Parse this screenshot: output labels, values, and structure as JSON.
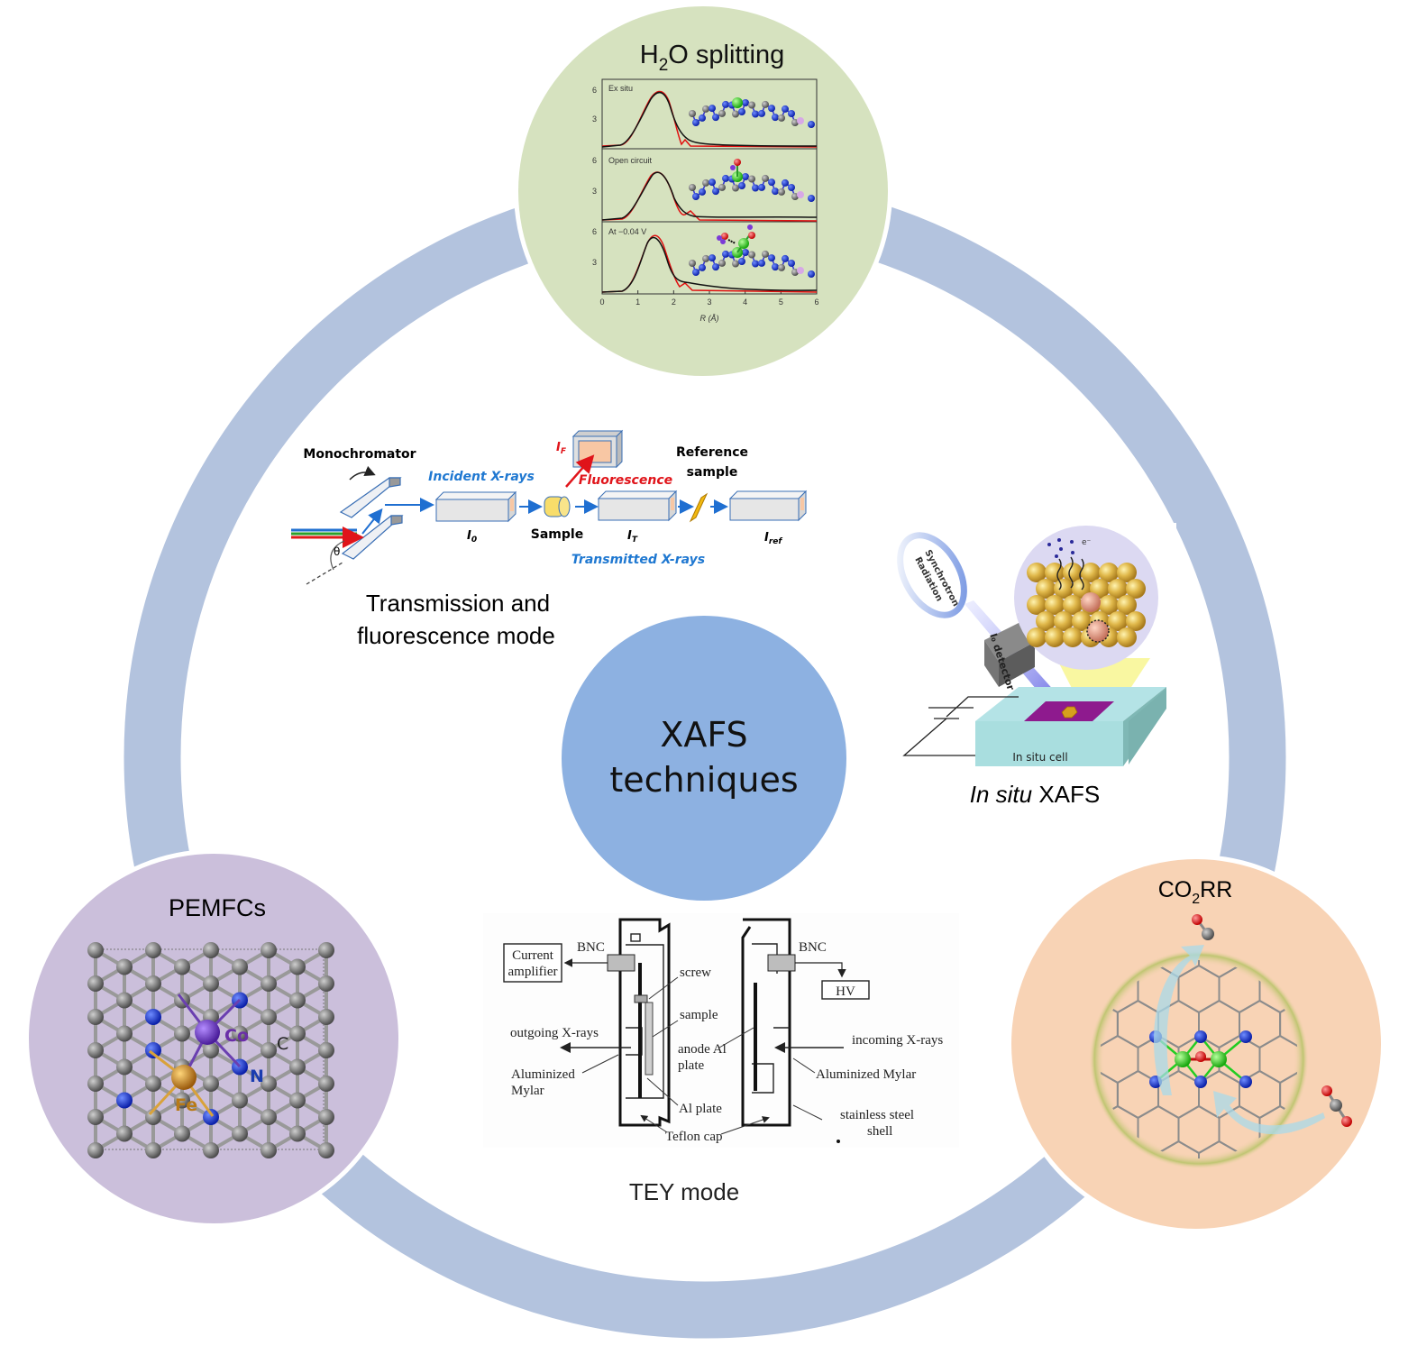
{
  "center": {
    "line1": "XAFS",
    "line2": "techniques",
    "color": "#8db1e1"
  },
  "ring": {
    "color": "#b3c3de"
  },
  "h2o_panel": {
    "title_pre": "H",
    "title_sub": "2",
    "title_post": "O splitting",
    "bg": "#d6e2bf",
    "subplots": [
      {
        "label": "Ex situ"
      },
      {
        "label": "Open circuit"
      },
      {
        "label": "At −0.04 V"
      }
    ],
    "y_ticks": [
      "6",
      "3"
    ],
    "x_ticks": [
      "0",
      "1",
      "2",
      "3",
      "4",
      "5",
      "6"
    ],
    "x_label": "R (Å)"
  },
  "transmission": {
    "caption_line1": "Transmission and",
    "caption_line2": "fluorescence mode",
    "monochromator": "Monochromator",
    "theta": "θ",
    "incident": "Incident X-rays",
    "fluorescence": "Fluorescence",
    "i_f": "I",
    "i_f_sub": "F",
    "i0": "I",
    "i0_sub": "0",
    "sample": "Sample",
    "it": "I",
    "it_sub": "T",
    "transmitted": "Transmitted X-rays",
    "reference_line1": "Reference",
    "reference_line2": "sample",
    "iref": "I",
    "iref_sub": "ref"
  },
  "insitu": {
    "caption_italic": "In situ",
    "caption_rest": " XAFS",
    "synchrotron_line1": "Synchrotron",
    "synchrotron_line2": "Radiation",
    "detector": "I₀ detector",
    "electron": "e⁻",
    "cell": "In situ cell"
  },
  "tey": {
    "caption": "TEY mode",
    "current_amp_line1": "Current",
    "current_amp_line2": "amplifier",
    "bnc_left": "BNC",
    "bnc_right": "BNC",
    "hv": "HV",
    "screw": "screw",
    "sample": "sample",
    "anode_line1": "anode Al",
    "anode_line2": "plate",
    "al_plate": "Al plate",
    "teflon": "Teflon cap",
    "outgoing": "outgoing X-rays",
    "incoming": "incoming X-rays",
    "mylar_left_line1": "Aluminized",
    "mylar_left_line2": "Mylar",
    "mylar_right": "Aluminized Mylar",
    "shell_line1": "stainless steel",
    "shell_line2": "shell"
  },
  "pemfc": {
    "title": "PEMFCs",
    "bg": "#cbbfdb",
    "co": "Co",
    "fe": "Fe",
    "n": "N",
    "c": "C"
  },
  "co2rr": {
    "title_pre": "CO",
    "title_sub": "2",
    "title_post": "RR",
    "bg": "#f8d3b5"
  }
}
